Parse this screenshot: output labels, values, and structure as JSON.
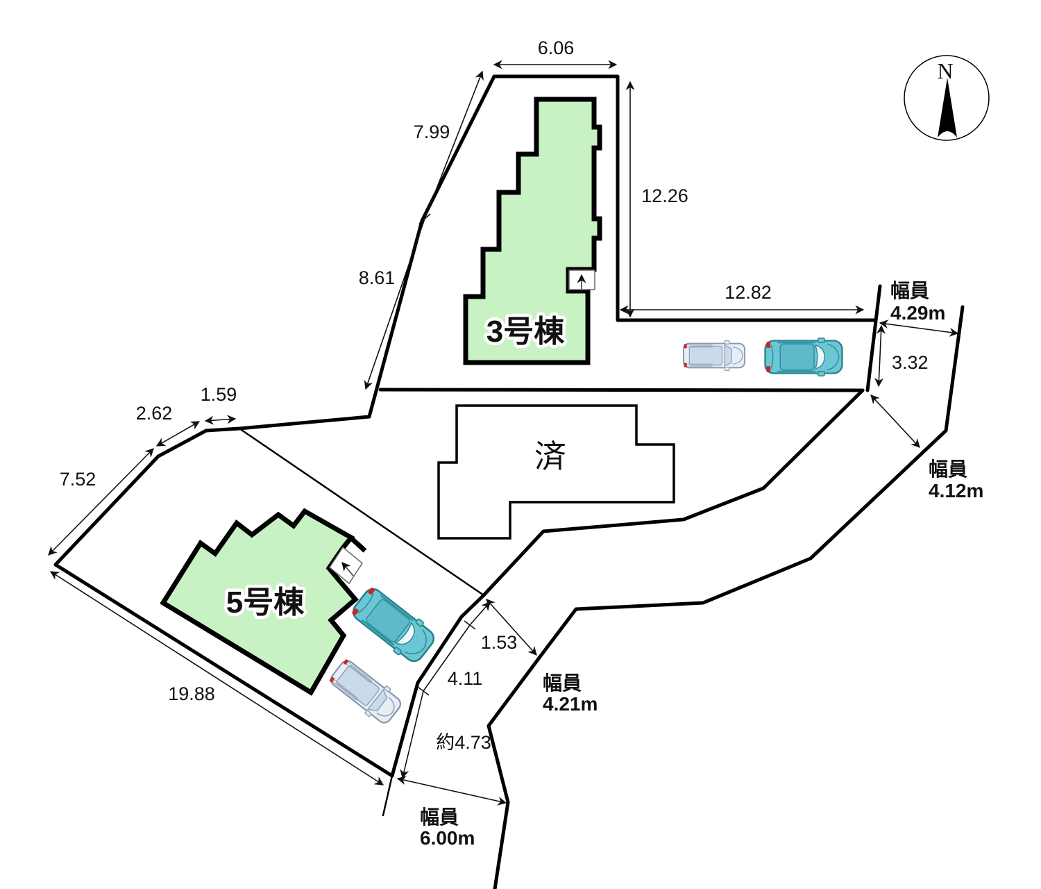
{
  "plan": {
    "compass": {
      "north_label": "N"
    },
    "buildings": {
      "unit3_label": "3号棟",
      "unit5_label": "5号棟",
      "sold_label": "済"
    },
    "dimensions": {
      "top_width": "6.06",
      "west_upper": "7.99",
      "west_lower": "8.61",
      "east_height": "12.26",
      "road_top_length": "12.82",
      "corner_height": "3.32",
      "left_seg_short": "1.59",
      "left_seg_mid": "2.62",
      "left_seg_long": "7.52",
      "southwest_length": "19.88",
      "mouth_gap": "1.53",
      "se_seg_mid": "4.11",
      "se_seg_low": "約4.73"
    },
    "road_widths": {
      "label": "幅員",
      "east_top": "4.29m",
      "east_mid": "4.12m",
      "center": "4.21m",
      "south": "6.00m"
    },
    "colors": {
      "building_fill": "#c9f2c4",
      "outline": "#000000",
      "sold_fill": "#ffffff",
      "van_body": "#e8eef6",
      "van_accent": "#c9daed",
      "van_stroke": "#8798ad",
      "suv_body": "#6cc6d3",
      "suv_accent": "#9fdde6",
      "suv_stroke": "#27828f",
      "corner_light_red": "#cc2222"
    }
  }
}
